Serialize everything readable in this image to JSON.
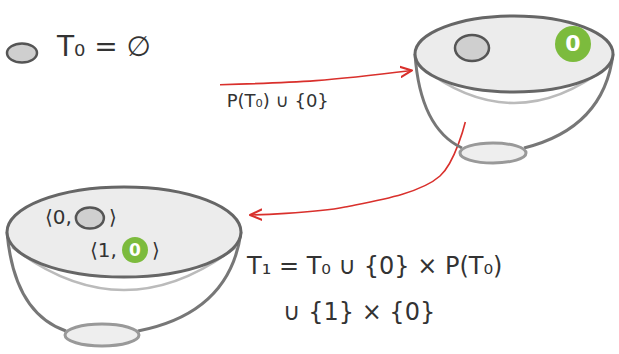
{
  "diagram": {
    "nodes": [
      {
        "text": [
          "T₀ = ∅"
        ]
      },
      {
        "text": []
      },
      {
        "text": [
          "0"
        ],
        "in": 1
      },
      {
        "text": [
          "⟨0,",
          "⟩",
          "⟨1,",
          "⟩"
        ]
      },
      {
        "text": [
          "0"
        ],
        "in": 3
      }
    ],
    "edges": [
      {
        "from": 0,
        "to": 1,
        "arrow": "to",
        "label": "P(T₀) ∪ {0}"
      },
      {
        "from": 1,
        "to": 3,
        "arrow": "to"
      }
    ],
    "labels": [
      "T₁ = T₀ ∪ {0} × P(T₀)",
      "∪ {1} × {0}"
    ]
  }
}
